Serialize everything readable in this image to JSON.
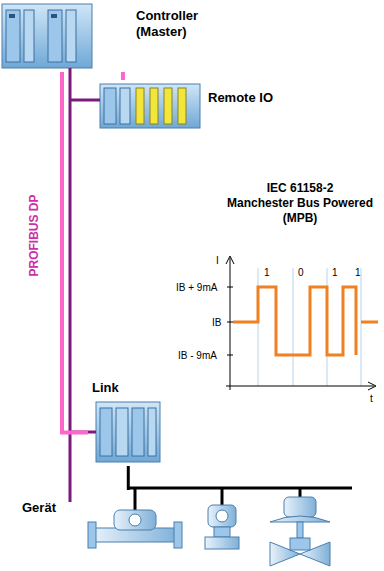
{
  "diagram": {
    "nodes": [
      {
        "text": [
          "Controller (Master)"
        ]
      },
      {
        "text": [
          "Remote IO"
        ]
      },
      {
        "text": [
          "Link"
        ]
      },
      {
        "text": [
          "Gerät"
        ]
      }
    ],
    "edges": [
      {
        "from": 0,
        "to": 1,
        "arrow": "none"
      },
      {
        "from": 0,
        "to": 2,
        "arrow": "none"
      },
      {
        "from": 2,
        "to": 3,
        "arrow": "none"
      }
    ],
    "labels": [
      "PROFIBUS DP",
      "IEC 61158-2",
      "Manchester Bus Powered (MPB)",
      "I",
      "t",
      "IB + 9mA",
      "IB",
      "IB - 9mA",
      "1",
      "0",
      "1",
      "1"
    ]
  }
}
